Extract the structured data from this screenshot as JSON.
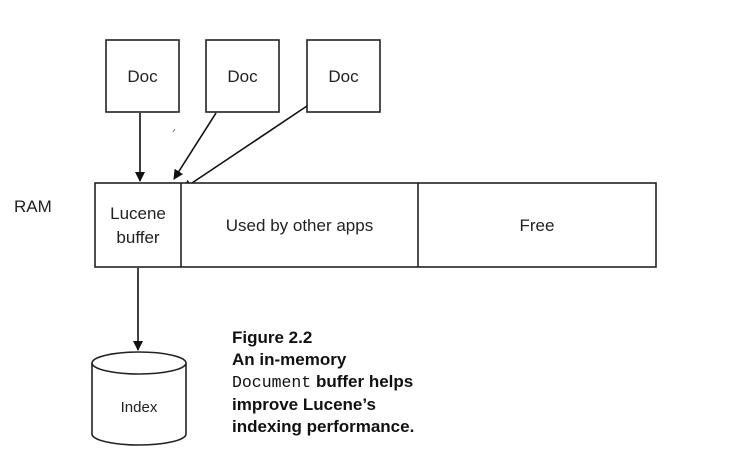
{
  "diagram": {
    "docs": [
      {
        "label": "Doc"
      },
      {
        "label": "Doc"
      },
      {
        "label": "Doc"
      }
    ],
    "ram_label": "RAM",
    "segments": [
      {
        "label_line1": "Lucene",
        "label_line2": "buffer"
      },
      {
        "label": "Used by other apps"
      },
      {
        "label": "Free"
      }
    ],
    "index_label": "Index"
  },
  "caption": {
    "figure": "Figure 2.2",
    "line1": "An in-memory",
    "line2_code": "Document",
    "line2_rest": " buffer helps",
    "line3": "improve Lucene’s",
    "line4": "indexing performance."
  }
}
